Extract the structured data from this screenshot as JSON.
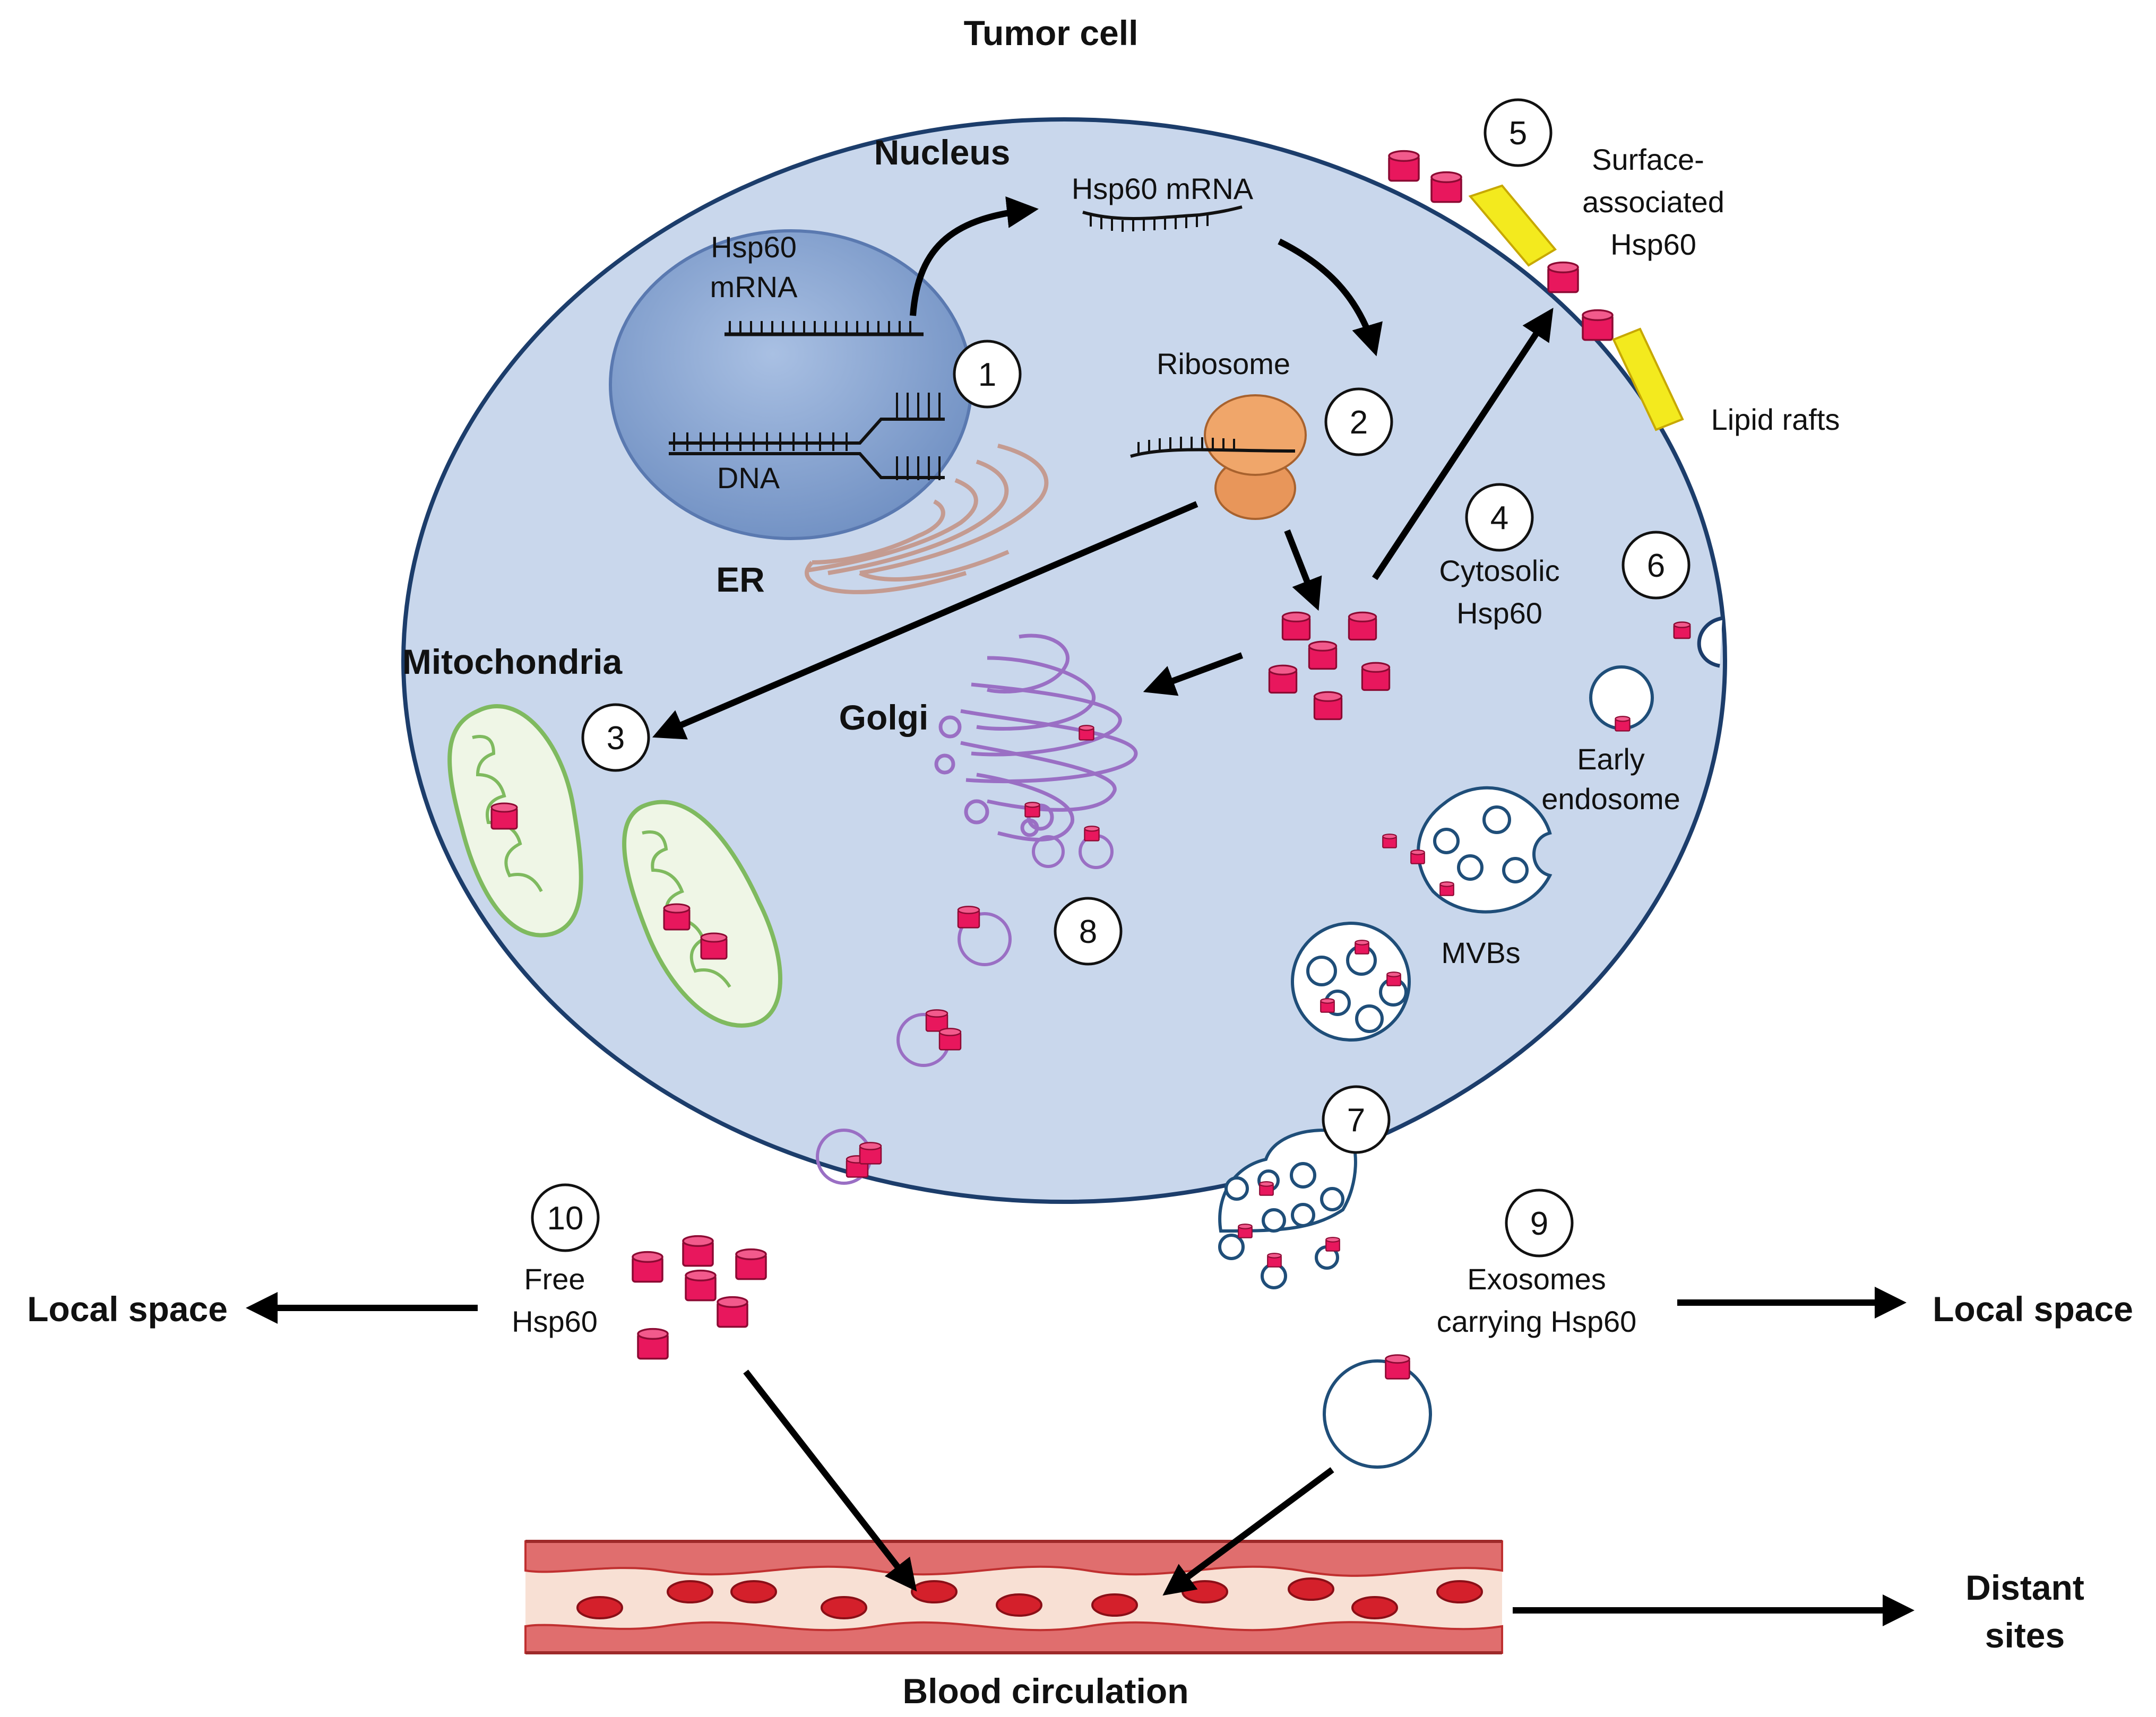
{
  "title": "Tumor cell",
  "nucleus": {
    "title": "Nucleus",
    "mrna_label_line1": "Hsp60",
    "mrna_label_line2": "mRNA",
    "dna_label": "DNA"
  },
  "cytoplasm": {
    "mrna_label": "Hsp60 mRNA",
    "ribosome_label": "Ribosome",
    "er_label": "ER",
    "mitochondria_label": "Mitochondria",
    "golgi_label": "Golgi",
    "cytosolic_line1": "Cytosolic",
    "cytosolic_line2": "Hsp60",
    "surface_line1": "Surface-",
    "surface_line2": "associated",
    "surface_line3": "Hsp60",
    "lipid_rafts_label": "Lipid rafts",
    "early_endosome_line1": "Early",
    "early_endosome_line2": "endosome",
    "mvbs_label": "MVBs"
  },
  "steps": [
    "1",
    "2",
    "3",
    "4",
    "5",
    "6",
    "7",
    "8",
    "9",
    "10"
  ],
  "extracellular": {
    "free_line1": "Free",
    "free_line2": "Hsp60",
    "exosomes_line1": "Exosomes",
    "exosomes_line2": "carrying Hsp60",
    "local_space_left": "Local space",
    "local_space_right": "Local space",
    "distant_line1": "Distant",
    "distant_line2": "sites",
    "blood_label": "Blood circulation"
  },
  "colors": {
    "cell_fill": "#c9d7ec",
    "cell_stroke": "#1c3d6b",
    "nucleus_fill": "#7f9fcf",
    "protein": "#e8175d",
    "mitochondria": "#7fba5f",
    "golgi": "#9a6fc4",
    "ribosome": "#e89a5e",
    "lipid_raft": "#f3ea1e",
    "endosome_stroke": "#1f4e79",
    "blood_vessel": "#f7ddd2",
    "rbc": "#d4202b"
  }
}
